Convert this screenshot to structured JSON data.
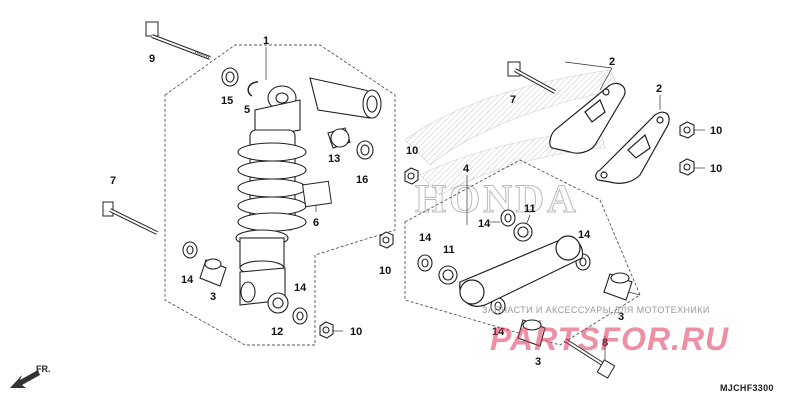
{
  "diagram": {
    "ref_code": "MJCHF3300",
    "direction_label": "FR.",
    "brand_watermark": "HONDA",
    "watermark_top": "ЗАПЧАСТИ И АКСЕССУАРЫ ДЛЯ МОТОТЕХНИКИ",
    "watermark_site": "PARTSFOR.RU"
  },
  "callouts": [
    {
      "id": "c1",
      "label": "1"
    },
    {
      "id": "c2a",
      "label": "2"
    },
    {
      "id": "c2b",
      "label": "2"
    },
    {
      "id": "c3a",
      "label": "3"
    },
    {
      "id": "c3b",
      "label": "3"
    },
    {
      "id": "c3c",
      "label": "3"
    },
    {
      "id": "c4",
      "label": "4"
    },
    {
      "id": "c5",
      "label": "5"
    },
    {
      "id": "c6",
      "label": "6"
    },
    {
      "id": "c7a",
      "label": "7"
    },
    {
      "id": "c7b",
      "label": "7"
    },
    {
      "id": "c8",
      "label": "8"
    },
    {
      "id": "c9",
      "label": "9"
    },
    {
      "id": "c10a",
      "label": "10"
    },
    {
      "id": "c10b",
      "label": "10"
    },
    {
      "id": "c10c",
      "label": "10"
    },
    {
      "id": "c10d",
      "label": "10"
    },
    {
      "id": "c10e",
      "label": "10"
    },
    {
      "id": "c11a",
      "label": "11"
    },
    {
      "id": "c11b",
      "label": "11"
    },
    {
      "id": "c12",
      "label": "12"
    },
    {
      "id": "c13",
      "label": "13"
    },
    {
      "id": "c14a",
      "label": "14"
    },
    {
      "id": "c14b",
      "label": "14"
    },
    {
      "id": "c14c",
      "label": "14"
    },
    {
      "id": "c14d",
      "label": "14"
    },
    {
      "id": "c14e",
      "label": "14"
    },
    {
      "id": "c14f",
      "label": "14"
    },
    {
      "id": "c15",
      "label": "15"
    },
    {
      "id": "c16",
      "label": "16"
    }
  ]
}
